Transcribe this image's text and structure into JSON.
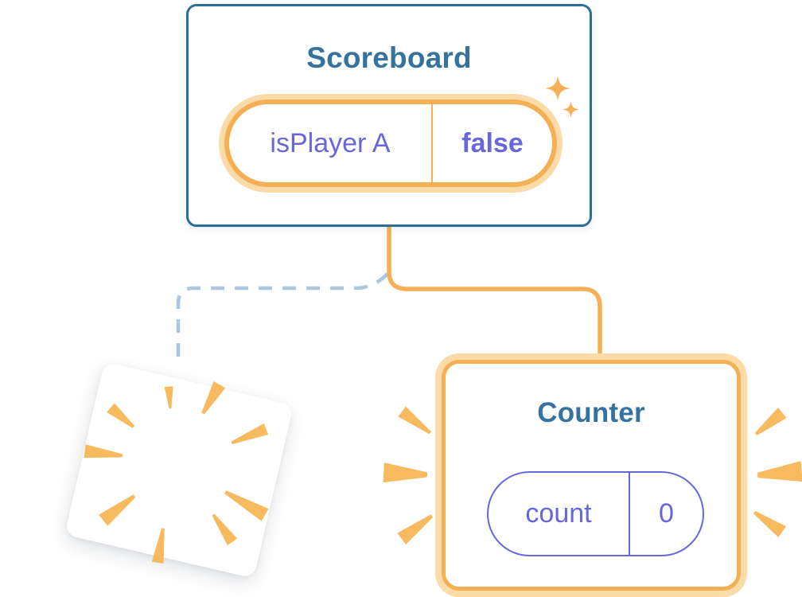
{
  "diagram": {
    "description": "Component tree state diagram: Scoreboard keeps its state while a removed child is destroyed and a new Counter is created"
  },
  "scoreboard": {
    "title": "Scoreboard",
    "state_pill": {
      "name": "isPlayer A",
      "value": "false"
    }
  },
  "counter": {
    "title": "Counter",
    "state_pill": {
      "name": "count",
      "value": "0"
    }
  },
  "icons": {
    "sparkle": "✦ four-point sparkle (new state)",
    "burst_ray": "orange poof ray (destroyed / highlighted component)"
  },
  "colors": {
    "card_border_blue": "#2D6E96",
    "title_text": "#35739E",
    "state_text": "#6767DB",
    "orange": "#F5AF54",
    "orange_glow": "#FBDBA7",
    "burst_orange": "#F7BA5F",
    "dashed_line": "#A9C7DE",
    "background": "#FFFFFF"
  }
}
